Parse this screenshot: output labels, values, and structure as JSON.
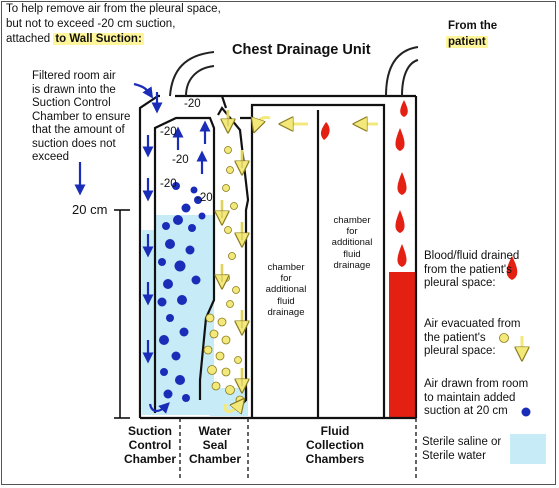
{
  "title": "Chest Drainage Unit",
  "intro": {
    "line1": "To help remove air from the pleural space,",
    "line2": "but not to exceed -20 cm suction,",
    "line3_prefix": "attached ",
    "line3_highlight": "to Wall Suction:"
  },
  "from_patient": {
    "line1": "From the",
    "line2": "patient"
  },
  "filtered_air_note": [
    "Filtered room air",
    "is drawn into the",
    "Suction Control",
    "Chamber to ensure",
    "that the amount of",
    "suction does not",
    "exceed"
  ],
  "level_label": "20 cm",
  "pressure_labels": [
    "-20",
    "-20",
    "-20",
    "-20",
    "-20"
  ],
  "chamber_note_left": [
    "chamber",
    "for",
    "additional",
    "fluid",
    "drainage"
  ],
  "chamber_note_right": [
    "chamber",
    "for",
    "additional",
    "fluid",
    "drainage"
  ],
  "bottom_labels": {
    "suction": [
      "Suction",
      "Control",
      "Chamber"
    ],
    "water_seal": [
      "Water",
      "Seal",
      "Chamber"
    ],
    "fluid": [
      "Fluid",
      "Collection",
      "Chambers"
    ]
  },
  "legend": {
    "blood": [
      "Blood/fluid drained",
      "from the patient's",
      "pleural space:"
    ],
    "air": [
      "Air evacuated from",
      "the patient's",
      "pleural space:"
    ],
    "room_air": [
      "Air drawn from room",
      "to maintain added",
      "suction at 20 cm"
    ],
    "saline": [
      "Sterile saline or",
      "Sterile water"
    ]
  },
  "colors": {
    "saline": "#c7ecf7",
    "blood": "#e42012",
    "yellow_bubble": "#f3e87a",
    "blue_bubble": "#1a2db8",
    "highlight": "#fff59a"
  }
}
